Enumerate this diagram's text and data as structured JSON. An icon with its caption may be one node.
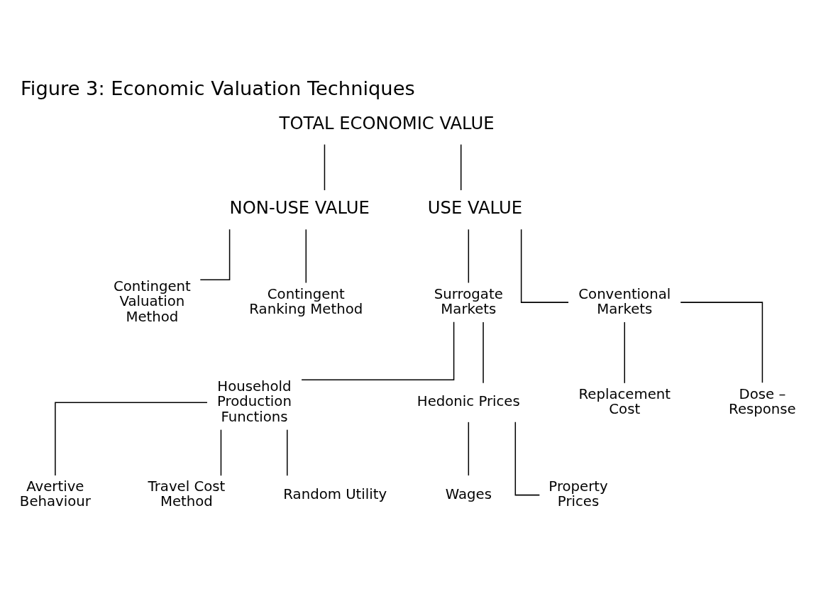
{
  "diagram": {
    "title": "Figure 3: Economic Valuation Techniques",
    "nodes": [
      {
        "text": [
          "TOTAL ECONOMIC VALUE"
        ]
      },
      {
        "text": [
          "NON-USE VALUE"
        ]
      },
      {
        "text": [
          "USE VALUE"
        ]
      },
      {
        "text": [
          "Contingent Valuation Method"
        ]
      },
      {
        "text": [
          "Contingent Ranking Method"
        ]
      },
      {
        "text": [
          "Surrogate Markets"
        ]
      },
      {
        "text": [
          "Conventional Markets"
        ]
      },
      {
        "text": [
          "Replacement Cost"
        ]
      },
      {
        "text": [
          "Dose – Response"
        ]
      },
      {
        "text": [
          "Household Production Functions"
        ]
      },
      {
        "text": [
          "Hedonic Prices"
        ]
      },
      {
        "text": [
          "Wages"
        ]
      },
      {
        "text": [
          "Property Prices"
        ]
      },
      {
        "text": [
          "Avertive Behaviour"
        ]
      },
      {
        "text": [
          "Travel Cost Method"
        ]
      },
      {
        "text": [
          "Random Utility"
        ]
      }
    ],
    "edges": [
      {
        "from": 0,
        "to": 1,
        "arrow": "none"
      },
      {
        "from": 0,
        "to": 2,
        "arrow": "none"
      },
      {
        "from": 1,
        "to": 3,
        "arrow": "none"
      },
      {
        "from": 1,
        "to": 4,
        "arrow": "none"
      },
      {
        "from": 2,
        "to": 5,
        "arrow": "none"
      },
      {
        "from": 2,
        "to": 6,
        "arrow": "none"
      },
      {
        "from": 6,
        "to": 7,
        "arrow": "none"
      },
      {
        "from": 6,
        "to": 8,
        "arrow": "none"
      },
      {
        "from": 5,
        "to": 9,
        "arrow": "none"
      },
      {
        "from": 5,
        "to": 10,
        "arrow": "none"
      },
      {
        "from": 10,
        "to": 11,
        "arrow": "none"
      },
      {
        "from": 10,
        "to": 12,
        "arrow": "none"
      },
      {
        "from": 9,
        "to": 13,
        "arrow": "none"
      },
      {
        "from": 9,
        "to": 14,
        "arrow": "none"
      },
      {
        "from": 9,
        "to": 15,
        "arrow": "none"
      }
    ]
  }
}
